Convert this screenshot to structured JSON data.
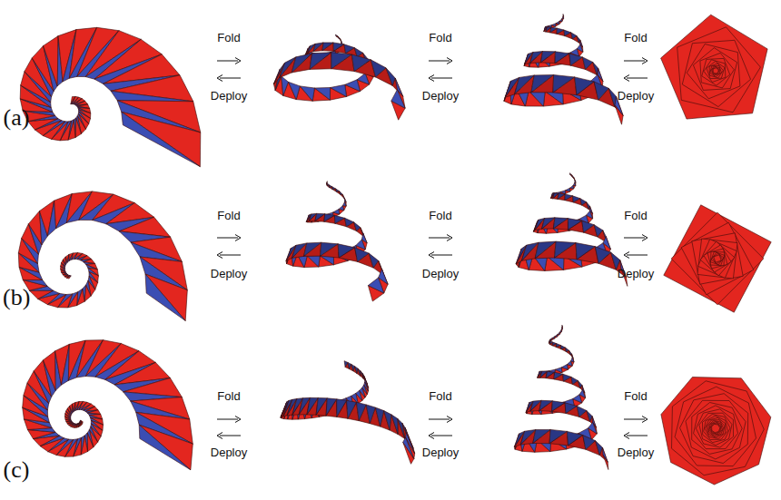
{
  "diagram": {
    "labels": [
      "(a)",
      "Fold",
      "Deploy",
      "Fold",
      "Deploy",
      "Fold",
      "Deploy",
      "(b)",
      "Fold",
      "Deploy",
      "Fold",
      "Deploy",
      "Fold",
      "Deploy",
      "(c)",
      "Fold",
      "Deploy",
      "Fold",
      "Deploy",
      "Fold",
      "Deploy"
    ]
  }
}
